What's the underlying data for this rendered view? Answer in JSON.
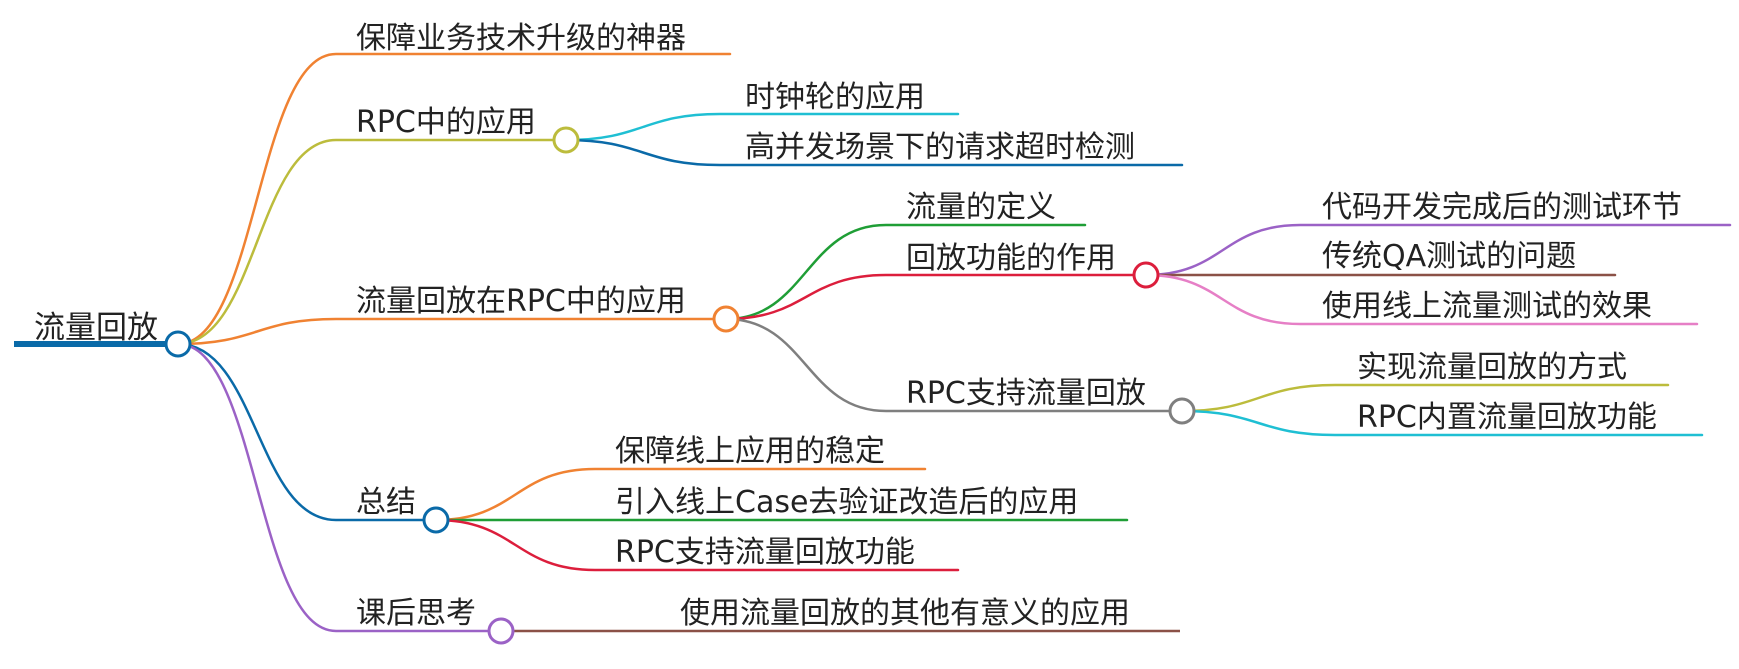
{
  "root": {
    "label": "流量回放",
    "color": "#0a6aa8"
  },
  "branches": [
    {
      "label": "保障业务技术升级的神器",
      "color": "#f08232",
      "children": []
    },
    {
      "label": "RPC中的应用",
      "color": "#bcbc3c",
      "children": [
        {
          "label": "时钟轮的应用",
          "color": "#1fbfd3",
          "children": []
        },
        {
          "label": "高并发场景下的请求超时检测",
          "color": "#0a6aa8",
          "children": []
        }
      ]
    },
    {
      "label": "流量回放在RPC中的应用",
      "color": "#f08232",
      "children": [
        {
          "label": "流量的定义",
          "color": "#1f9e36",
          "children": []
        },
        {
          "label": "回放功能的作用",
          "color": "#dc1e3c",
          "children": [
            {
              "label": "代码开发完成后的测试环节",
              "color": "#9b62c6"
            },
            {
              "label": "传统QA测试的问题",
              "color": "#8b5147"
            },
            {
              "label": "使用线上流量测试的效果",
              "color": "#e67fc6"
            }
          ]
        },
        {
          "label": "RPC支持流量回放",
          "color": "#7f7f7f",
          "children": [
            {
              "label": "实现流量回放的方式",
              "color": "#bcbc3c"
            },
            {
              "label": "RPC内置流量回放功能",
              "color": "#1fbfd3"
            }
          ]
        }
      ]
    },
    {
      "label": "总结",
      "color": "#0a6aa8",
      "children": [
        {
          "label": "保障线上应用的稳定",
          "color": "#f08232",
          "children": []
        },
        {
          "label": "引入线上Case去验证改造后的应用",
          "color": "#1f9e36",
          "children": []
        },
        {
          "label": "RPC支持流量回放功能",
          "color": "#dc1e3c",
          "children": []
        }
      ]
    },
    {
      "label": "课后思考",
      "color": "#9b62c6",
      "children": [
        {
          "label": "使用流量回放的其他有意义的应用",
          "color": "#8b5147",
          "children": []
        }
      ]
    }
  ]
}
